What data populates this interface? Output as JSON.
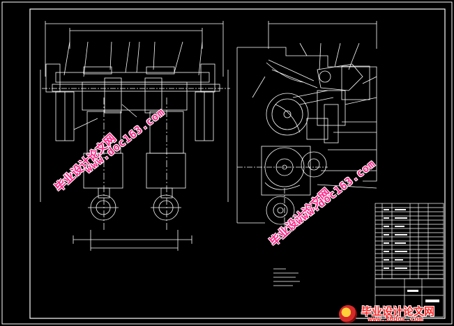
{
  "drawing": {
    "background": "#000000",
    "line_color": "#ffffff",
    "callout_count_front": 10,
    "callout_count_side": 12
  },
  "watermarks": {
    "cn_text": "毕业设计论文网",
    "site_text": "www.doc163.com",
    "color": "#ff2a8a"
  },
  "brand": {
    "title": "毕业设计论文网",
    "site": "www.56doc.com",
    "color": "#ff2a2a"
  }
}
